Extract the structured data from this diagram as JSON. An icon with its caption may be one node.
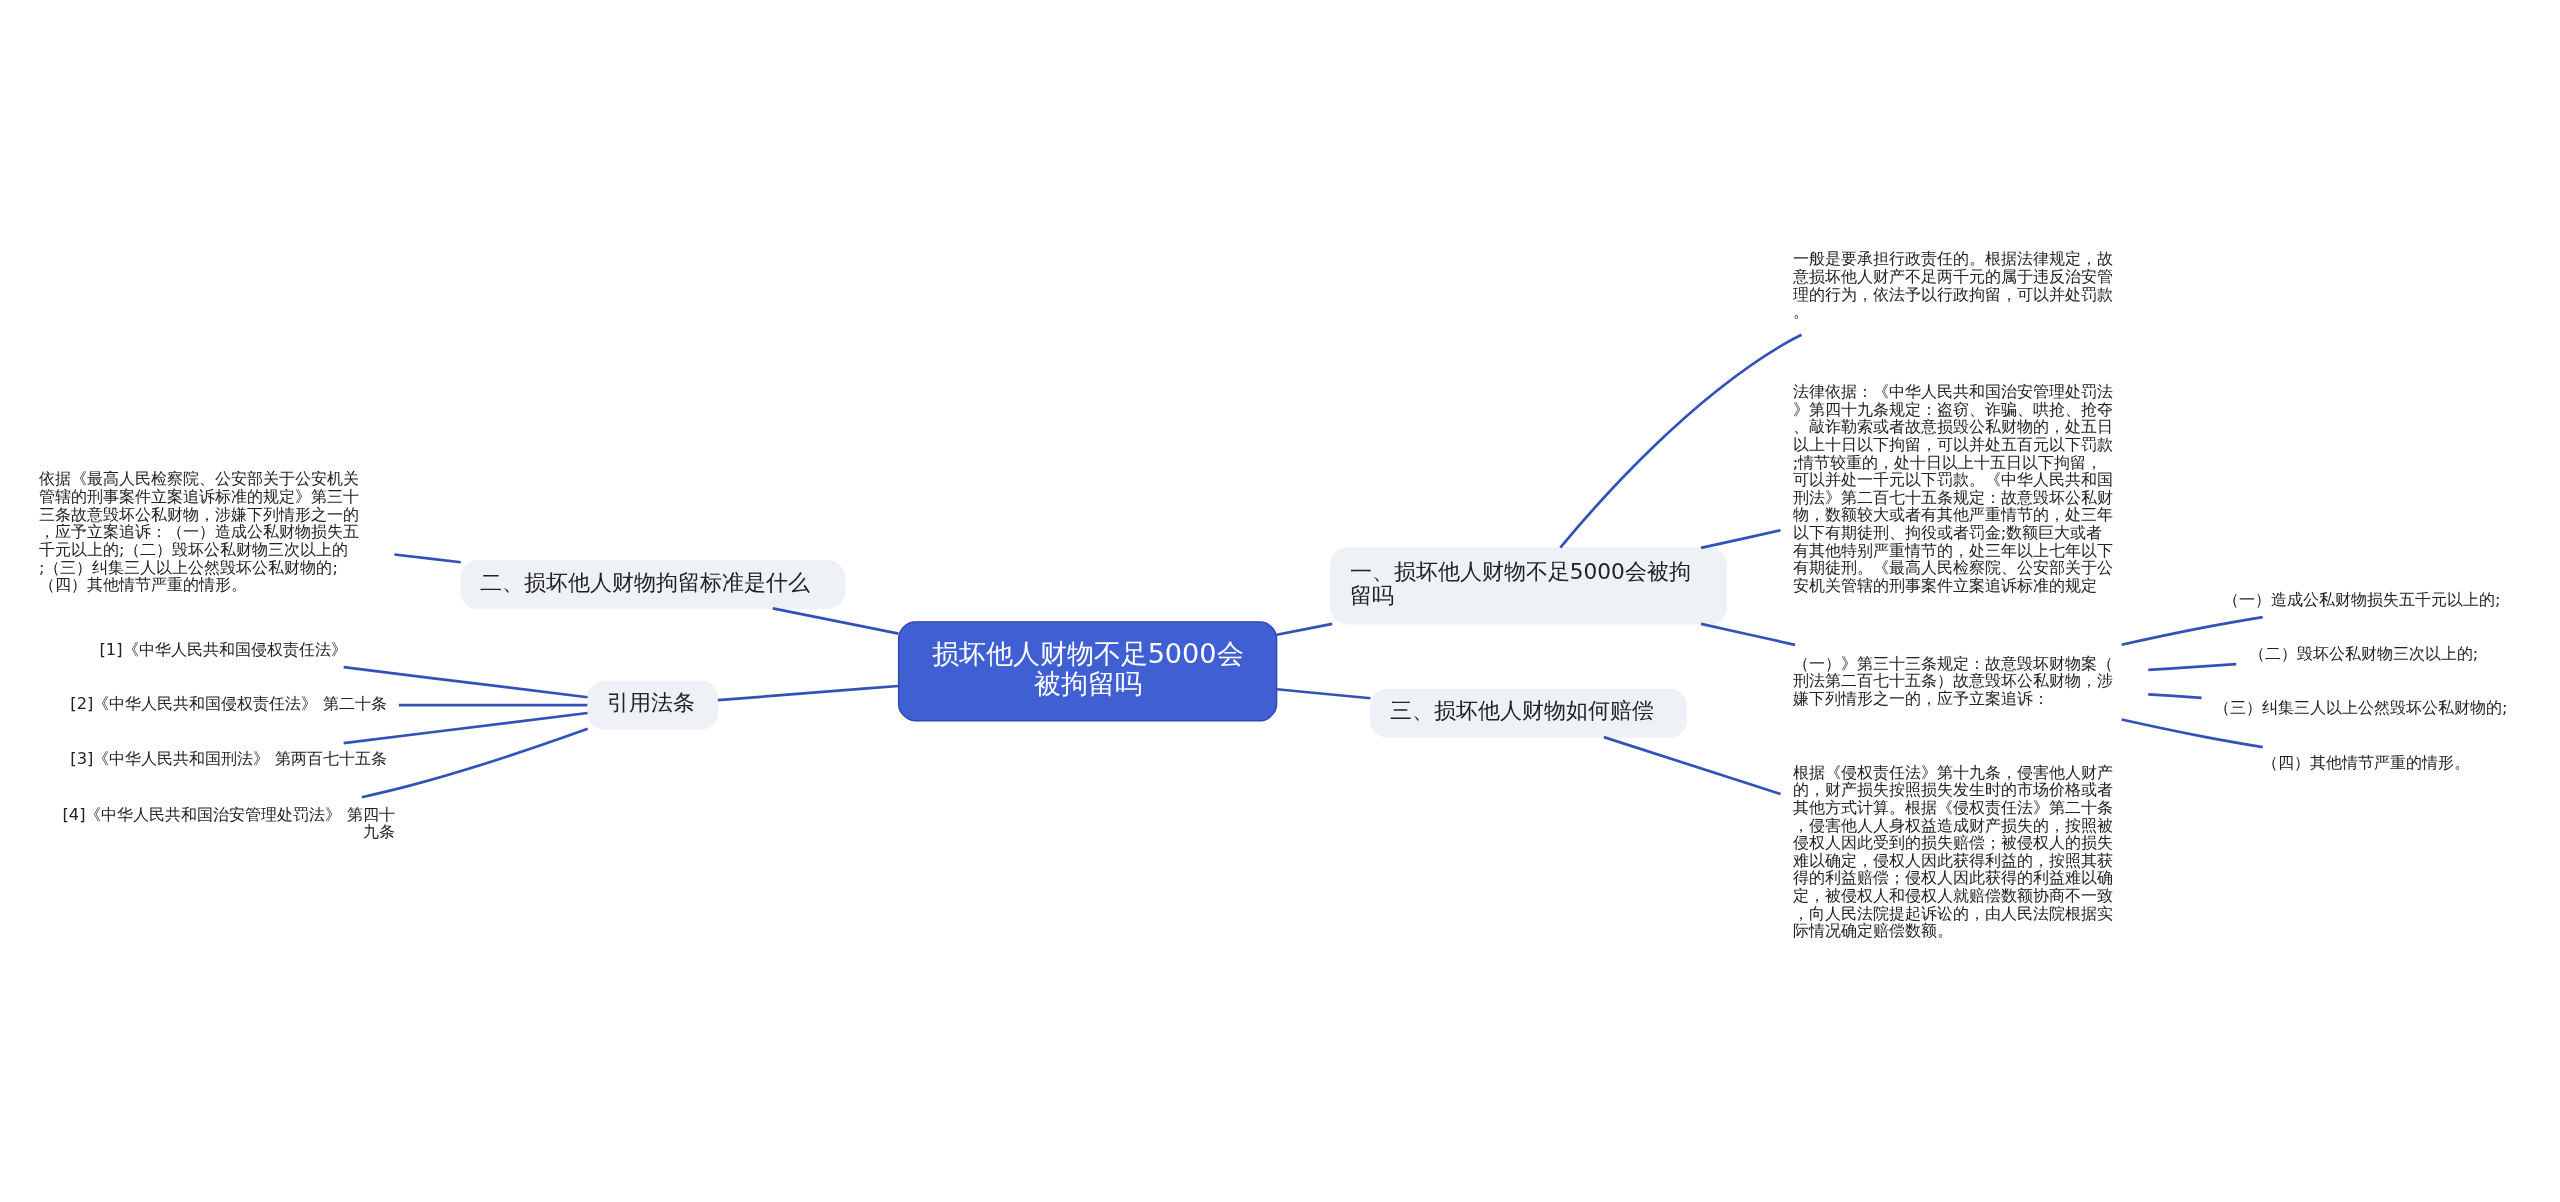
{
  "diagram": {
    "nodes": [
      {
        "text": [
          "损坏他人财物不足5000会被拘留吗"
        ]
      },
      {
        "text": [
          "一、损坏他人财物不足5000会被拘留吗"
        ]
      },
      {
        "text": [
          "一般是要承担行政责任的。根据法律规定，故意损坏他人财产不足两千元的属于违反治安管理的行为，依法予以行政拘留，可以并处罚款。"
        ]
      },
      {
        "text": [
          "法律依据：《中华人民共和国治安管理处罚法》第四十九条规定：盗窃、诈骗、哄抢、抢夺、敲诈勒索或者故意损毁公私财物的，处五日以上十日以下拘留，可以并处五百元以下罚款;情节较重的，处十日以上十五日以下拘留，可以并处一千元以下罚款。《中华人民共和国刑法》第二百七十五条规定：故意毁坏公私财物，数额较大或者有其他严重情节的，处三年以下有期徒刑、拘役或者罚金;数额巨大或者有其他特别严重情节的，处三年以上七年以下有期徒刑。《最高人民检察院、公安部关于公安机关管辖的刑事案件立案追诉标准的规定"
        ]
      },
      {
        "text": [
          "（一）》第三十三条规定：故意毁坏财物案（刑法第二百七十五条）故意毁坏公私财物，涉嫌下列情形之一的，应予立案追诉："
        ]
      },
      {
        "text": [
          "（一）造成公私财物损失五千元以上的;"
        ]
      },
      {
        "text": [
          "（二）毁坏公私财物三次以上的;"
        ]
      },
      {
        "text": [
          "（三）纠集三人以上公然毁坏公私财物的;"
        ]
      },
      {
        "text": [
          "（四）其他情节严重的情形。"
        ]
      },
      {
        "text": [
          "二、损坏他人财物拘留标准是什么"
        ]
      },
      {
        "text": [
          "依据《最高人民检察院、公安部关于公安机关管辖的刑事案件立案追诉标准的规定》第三十三条故意毁坏公私财物，涉嫌下列情形之一的，应予立案追诉：（一）造成公私财物损失五千元以上的;（二）毁坏公私财物三次以上的;（三）纠集三人以上公然毁坏公私财物的;（四）其他情节严重的情形。"
        ]
      },
      {
        "text": [
          "三、损坏他人财物如何赔偿"
        ]
      },
      {
        "text": [
          "根据《侵权责任法》第十九条，侵害他人财产的，财产损失按照损失发生时的市场价格或者其他方式计算。根据《侵权责任法》第二十条，侵害他人人身权益造成财产损失的，按照被侵权人因此受到的损失赔偿；被侵权人的损失难以确定，侵权人因此获得利益的，按照其获得的利益赔偿；侵权人因此获得的利益难以确定，被侵权人和侵权人就赔偿数额协商不一致，向人民法院提起诉讼的，由人民法院根据实际情况确定赔偿数额。"
        ]
      },
      {
        "text": [
          "引用法条"
        ]
      },
      {
        "text": [
          "[1]《中华人民共和国侵权责任法》"
        ]
      },
      {
        "text": [
          "[2]《中华人民共和国侵权责任法》 第二十条"
        ]
      },
      {
        "text": [
          "[3]《中华人民共和国刑法》 第两百七十五条"
        ]
      },
      {
        "text": [
          "[4]《中华人民共和国治安管理处罚法》 第四十九条"
        ]
      }
    ],
    "edges": [
      {
        "from": 0,
        "to": 1,
        "arrow": "none"
      },
      {
        "from": 1,
        "to": 2,
        "arrow": "none"
      },
      {
        "from": 1,
        "to": 3,
        "arrow": "none"
      },
      {
        "from": 1,
        "to": 4,
        "arrow": "none"
      },
      {
        "from": 4,
        "to": 5,
        "arrow": "none"
      },
      {
        "from": 4,
        "to": 6,
        "arrow": "none"
      },
      {
        "from": 4,
        "to": 7,
        "arrow": "none"
      },
      {
        "from": 4,
        "to": 8,
        "arrow": "none"
      },
      {
        "from": 9,
        "to": 0,
        "arrow": "none"
      },
      {
        "from": 10,
        "to": 9,
        "arrow": "none"
      },
      {
        "from": 0,
        "to": 11,
        "arrow": "none"
      },
      {
        "from": 11,
        "to": 12,
        "arrow": "none"
      },
      {
        "from": 13,
        "to": 0,
        "arrow": "none"
      },
      {
        "from": 14,
        "to": 13,
        "arrow": "none"
      },
      {
        "from": 15,
        "to": 13,
        "arrow": "none"
      },
      {
        "from": 16,
        "to": 13,
        "arrow": "none"
      },
      {
        "from": 17,
        "to": 13,
        "arrow": "none"
      }
    ]
  }
}
